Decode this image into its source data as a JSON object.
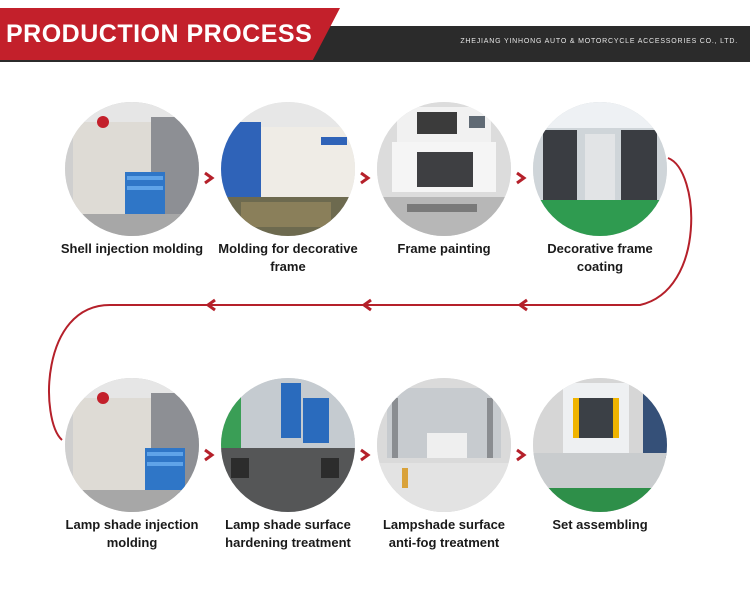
{
  "header": {
    "title": "PRODUCTION PROCESS",
    "company": "ZHEJIANG YINHONG AUTO & MOTORCYCLE ACCESSORIES CO., LTD."
  },
  "colors": {
    "accent": "#c3202b",
    "dark": "#2b2b2b"
  },
  "steps": [
    {
      "label": "Shell injection molding",
      "photo": "injection-machine-photo"
    },
    {
      "label": "Molding for decorative frame",
      "photo": "molding-machine-photo"
    },
    {
      "label": "Frame painting",
      "photo": "painting-machine-photo"
    },
    {
      "label": "Decorative frame coating",
      "photo": "coating-chamber-photo"
    },
    {
      "label": "Lamp shade injection molding",
      "photo": "injection-machine-photo"
    },
    {
      "label": "Lamp shade surface hardening treatment",
      "photo": "hardening-robot-photo"
    },
    {
      "label": "Lampshade surface anti-fog treatment",
      "photo": "anti-fog-line-photo"
    },
    {
      "label": "Set assembling",
      "photo": "assembly-station-photo"
    }
  ]
}
